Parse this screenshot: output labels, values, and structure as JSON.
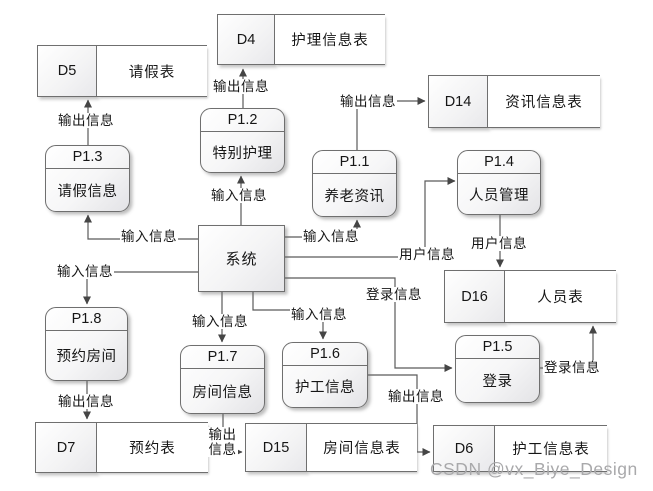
{
  "diagram": {
    "system": {
      "label": "系统"
    },
    "processes": {
      "p11": {
        "id": "P1.1",
        "label": "养老资讯"
      },
      "p12": {
        "id": "P1.2",
        "label": "特别护理"
      },
      "p13": {
        "id": "P1.3",
        "label": "请假信息"
      },
      "p14": {
        "id": "P1.4",
        "label": "人员管理"
      },
      "p15": {
        "id": "P1.5",
        "label": "登录"
      },
      "p16": {
        "id": "P1.6",
        "label": "护工信息"
      },
      "p17": {
        "id": "P1.7",
        "label": "房间信息"
      },
      "p18": {
        "id": "P1.8",
        "label": "预约房间"
      }
    },
    "stores": {
      "d4": {
        "id": "D4",
        "label": "护理信息表"
      },
      "d5": {
        "id": "D5",
        "label": "请假表"
      },
      "d6": {
        "id": "D6",
        "label": "护工信息表"
      },
      "d7": {
        "id": "D7",
        "label": "预约表"
      },
      "d14": {
        "id": "D14",
        "label": "资讯信息表"
      },
      "d15": {
        "id": "D15",
        "label": "房间信息表"
      },
      "d16": {
        "id": "D16",
        "label": "人员表"
      }
    },
    "flow_labels": {
      "p12_to_d4": "输出信息",
      "p13_to_d5": "输出信息",
      "p11_to_d14": "输出信息",
      "sys_to_p12": "输入信息",
      "sys_to_p13": "输入信息",
      "sys_to_p11": "输入信息",
      "sys_to_p14": "用户信息",
      "p14_to_d16": "用户信息",
      "sys_to_p18": "输入信息",
      "sys_to_p15": "登录信息",
      "sys_to_p17": "输入信息",
      "sys_to_p16": "输入信息",
      "p18_to_d7": "输出信息",
      "p17_to_d15": "输出信息",
      "p16_to_d6": "输出信息",
      "p15_to_d16": "登录信息"
    },
    "watermark": "CSDN @vx_Biye_Design",
    "line_color": "#5a5a5a",
    "arrow_color": "#454545"
  }
}
